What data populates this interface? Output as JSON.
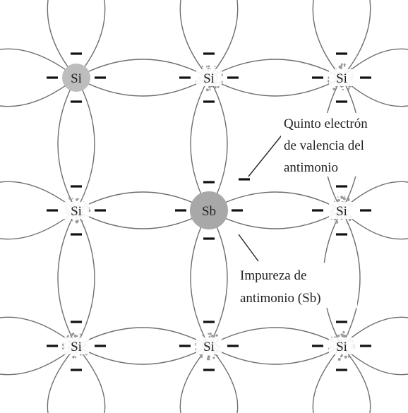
{
  "atoms": [
    {
      "id": "si-1",
      "symbol": "Si"
    },
    {
      "id": "si-2",
      "symbol": "Si"
    },
    {
      "id": "si-3",
      "symbol": "Si"
    },
    {
      "id": "si-4",
      "symbol": "Si"
    },
    {
      "id": "sb-1",
      "symbol": "Sb"
    },
    {
      "id": "si-5",
      "symbol": "Si"
    },
    {
      "id": "si-6",
      "symbol": "Si"
    },
    {
      "id": "si-7",
      "symbol": "Si"
    },
    {
      "id": "si-8",
      "symbol": "Si"
    }
  ],
  "annotations": {
    "fifth_electron": {
      "lines": [
        "Quinto electrón",
        "de valencia del",
        "antimonio"
      ]
    },
    "impurity": {
      "lines": [
        "Impureza de",
        "antimonio (Sb)"
      ]
    }
  }
}
